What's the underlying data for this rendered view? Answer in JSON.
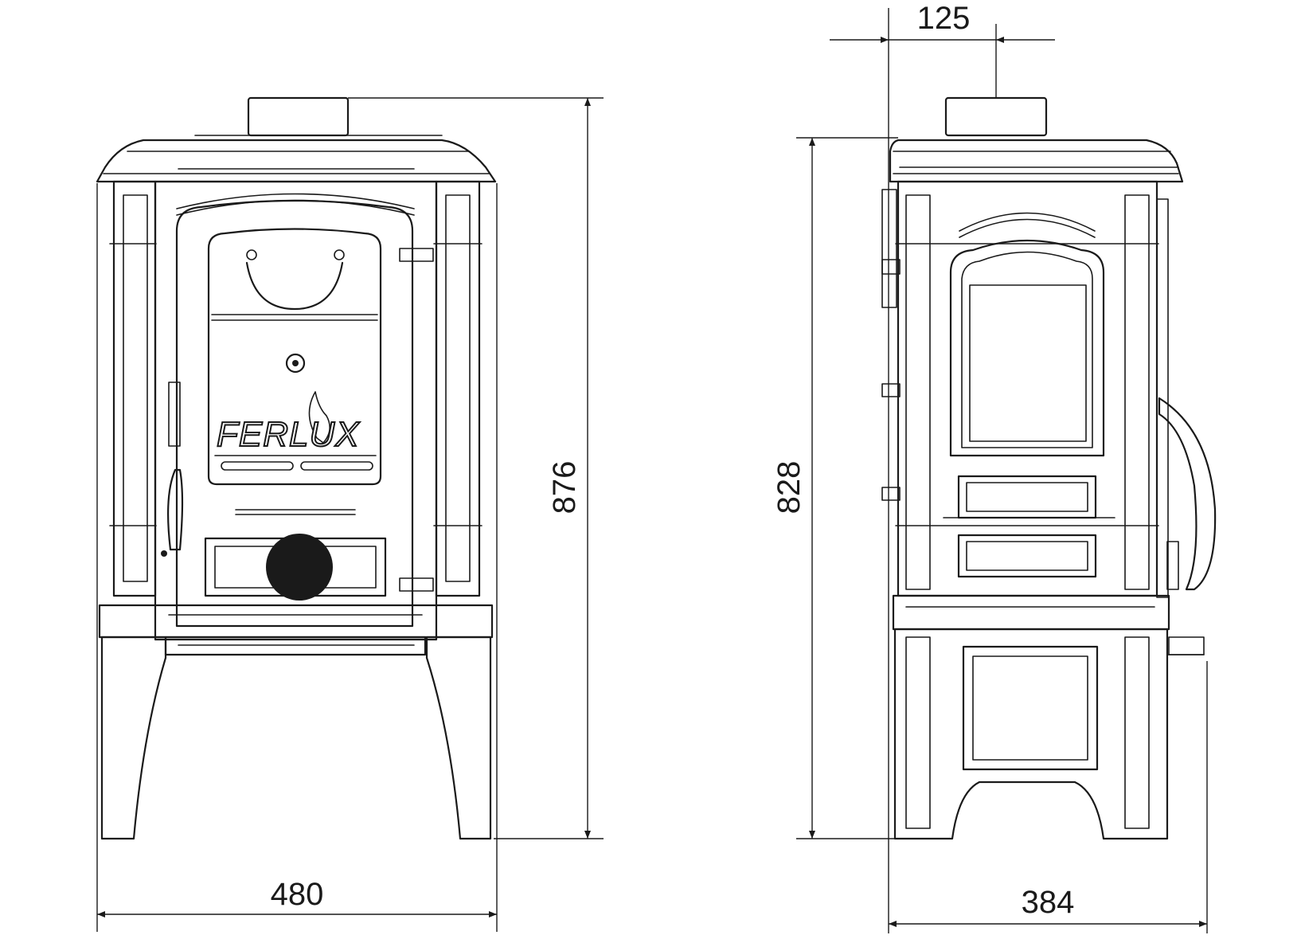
{
  "drawing": {
    "brand": "FERLUX",
    "front_view": {
      "width_label": "480",
      "height_label": "876"
    },
    "side_view": {
      "flue_offset_label": "125",
      "height_label": "828",
      "depth_label": "384"
    }
  }
}
